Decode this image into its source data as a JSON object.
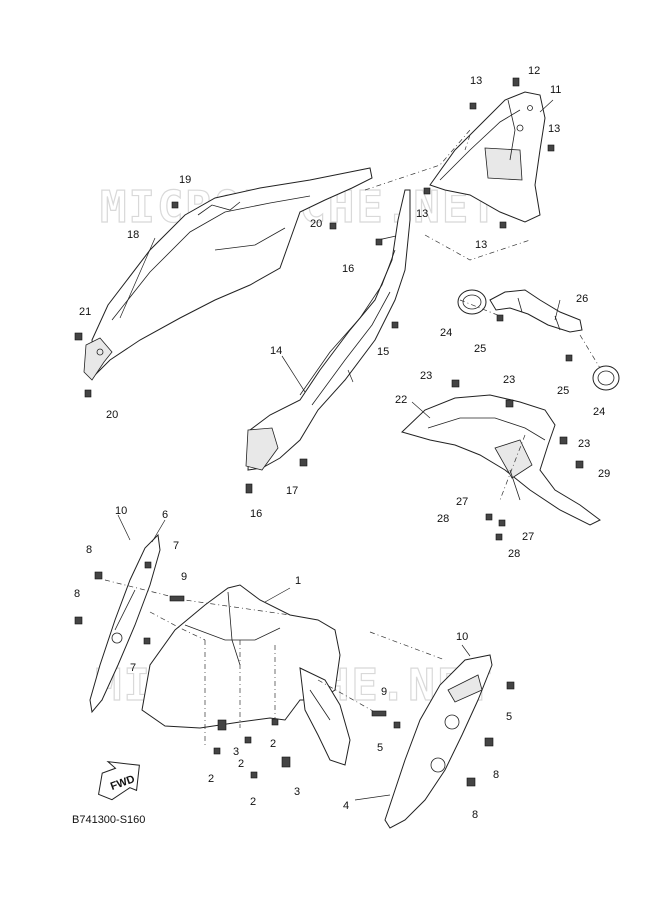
{
  "diagram": {
    "watermark": "MICROFICHE.NET",
    "catalog_code": "B741300-S160",
    "fwd_label": "FWD",
    "callouts": [
      "1",
      "2",
      "3",
      "4",
      "5",
      "6",
      "7",
      "8",
      "9",
      "10",
      "11",
      "12",
      "13",
      "14",
      "15",
      "16",
      "17",
      "18",
      "19",
      "20",
      "21",
      "22",
      "23",
      "24",
      "25",
      "26",
      "27",
      "28",
      "29"
    ]
  }
}
